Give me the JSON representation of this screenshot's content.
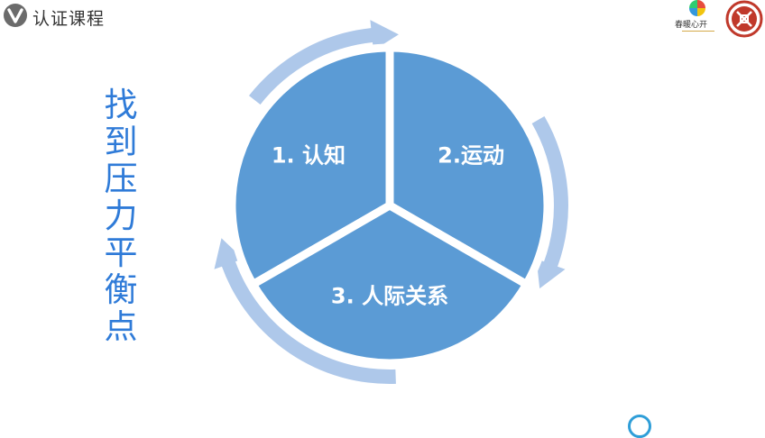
{
  "header": {
    "title": "认证课程",
    "logo_icon": "v-logo-icon"
  },
  "brand": {
    "name": "春暖心开",
    "seal_icon": "seal-icon"
  },
  "side_title": [
    "找",
    "到",
    "压",
    "力",
    "平",
    "衡",
    "点"
  ],
  "cycle": {
    "segments": [
      {
        "label": "1. 认知"
      },
      {
        "label": "2.运动"
      },
      {
        "label": "3. 人际关系"
      }
    ],
    "colors": {
      "segment": "#5b9bd5",
      "ring": "#aec8ea",
      "title": "#2f7bd8"
    }
  }
}
